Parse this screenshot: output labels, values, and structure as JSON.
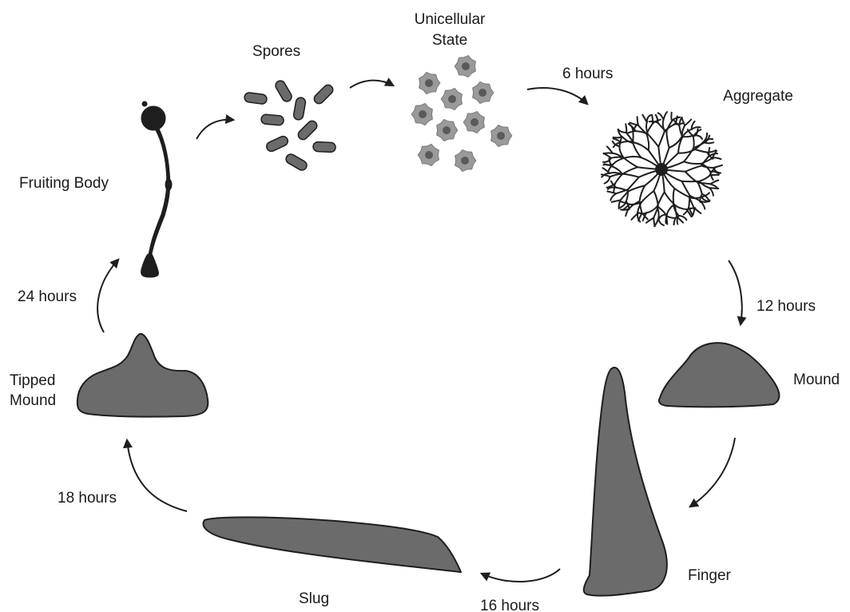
{
  "labels": {
    "spores": "Spores",
    "unicellular_line1": "Unicellular",
    "unicellular_line2": "State",
    "aggregate": "Aggregate",
    "mound": "Mound",
    "finger": "Finger",
    "slug": "Slug",
    "tipped_line1": "Tipped",
    "tipped_line2": "Mound",
    "fruiting_body": "Fruiting Body"
  },
  "times": {
    "t6": "6 hours",
    "t12": "12 hours",
    "t16": "16 hours",
    "t18": "18 hours",
    "t24": "24 hours"
  },
  "colors": {
    "fill": "#6b6b6b",
    "outline": "#1e1e1e",
    "cell_fill": "#9a9a9a",
    "nucleus": "#5a5a5a"
  }
}
